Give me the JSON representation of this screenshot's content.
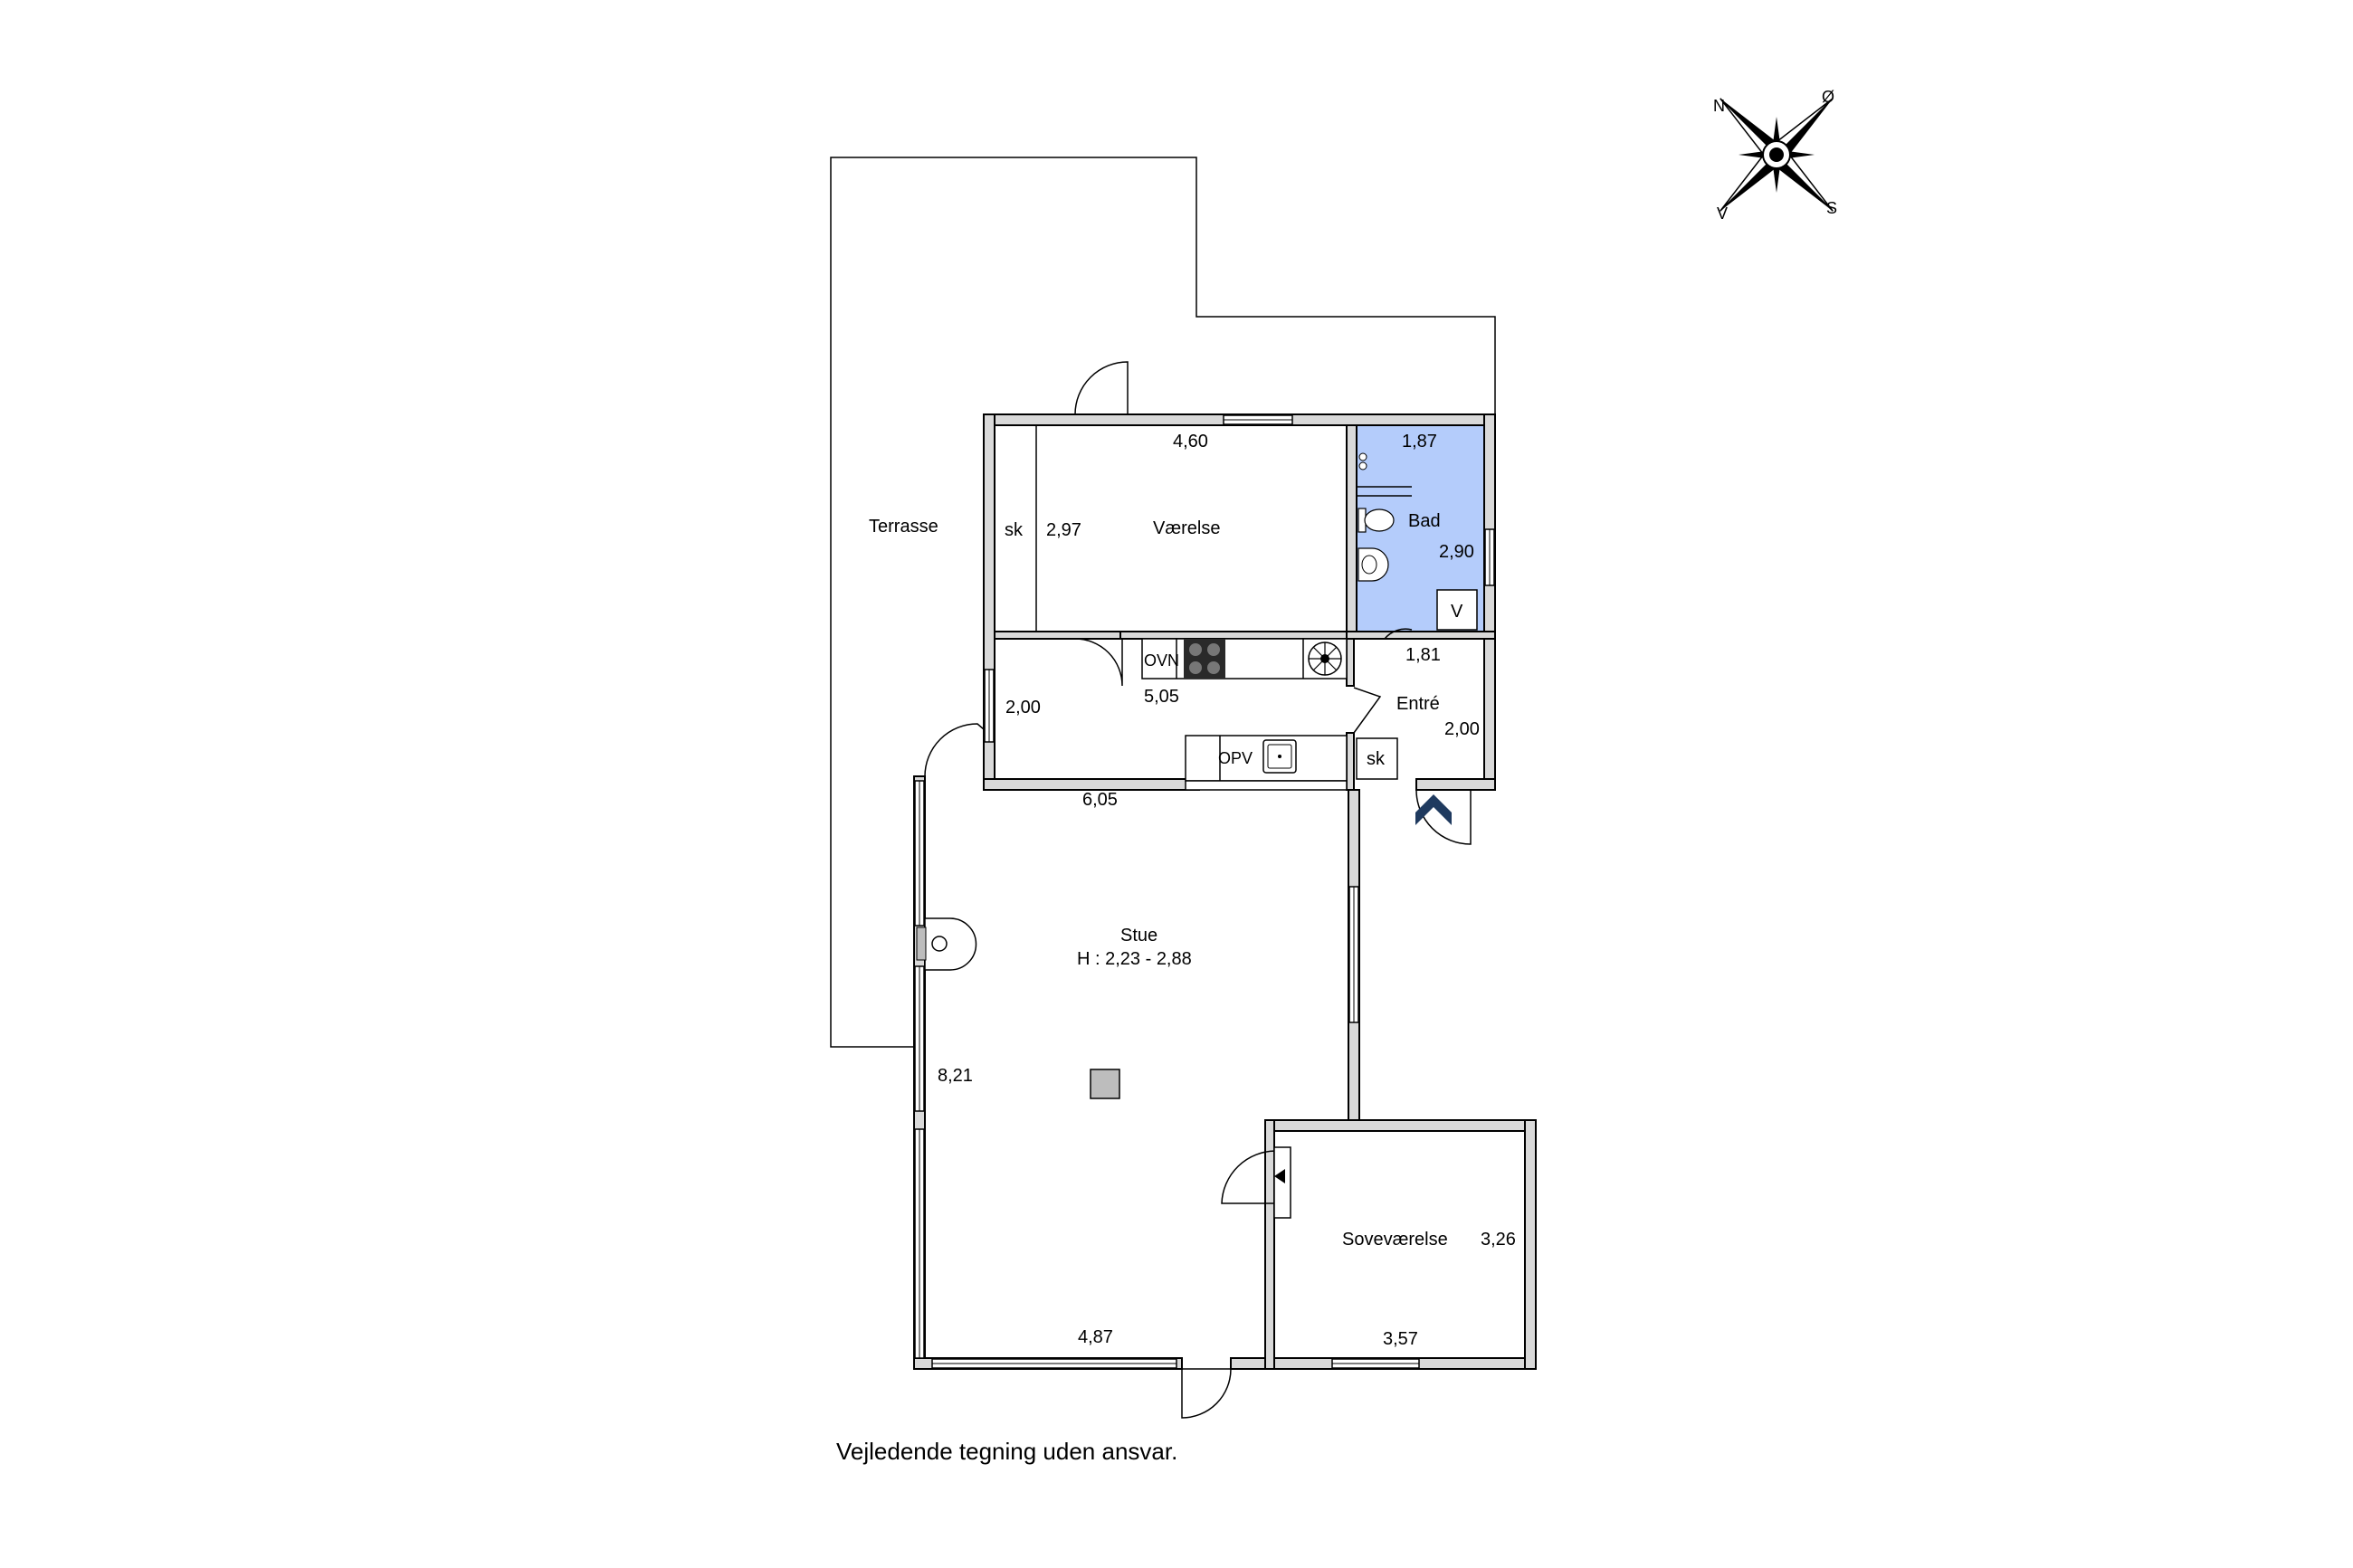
{
  "compass": {
    "n": "N",
    "o": "Ø",
    "s": "S",
    "v": "V"
  },
  "rooms": {
    "terrasse": "Terrasse",
    "vaerelse": "Værelse",
    "bad": "Bad",
    "entre": "Entré",
    "stue": "Stue",
    "stue_height": "H : 2,23 - 2,88",
    "sovevaerelse": "Soveværelse"
  },
  "dimensions": {
    "vaerelse_width": "4,60",
    "vaerelse_depth": "2,97",
    "bad_width": "1,87",
    "bad_depth": "2,90",
    "entre_width": "1,81",
    "entre_depth": "2,00",
    "kitchen_width": "5,05",
    "kitchen_depth": "2,00",
    "stue_top": "6,05",
    "stue_depth": "8,21",
    "stue_bottom": "4,87",
    "sove_width": "3,57",
    "sove_depth": "3,26"
  },
  "fixtures": {
    "sk_vaerelse": "sk",
    "sk_entre": "sk",
    "ovn": "OVN",
    "opv": "OPV",
    "v": "V"
  },
  "colors": {
    "bathroom": "#b4ccfb",
    "wall": "#d9d9d9",
    "entry_arrow": "#1f3a5f"
  },
  "disclaimer": "Vejledende tegning uden ansvar."
}
